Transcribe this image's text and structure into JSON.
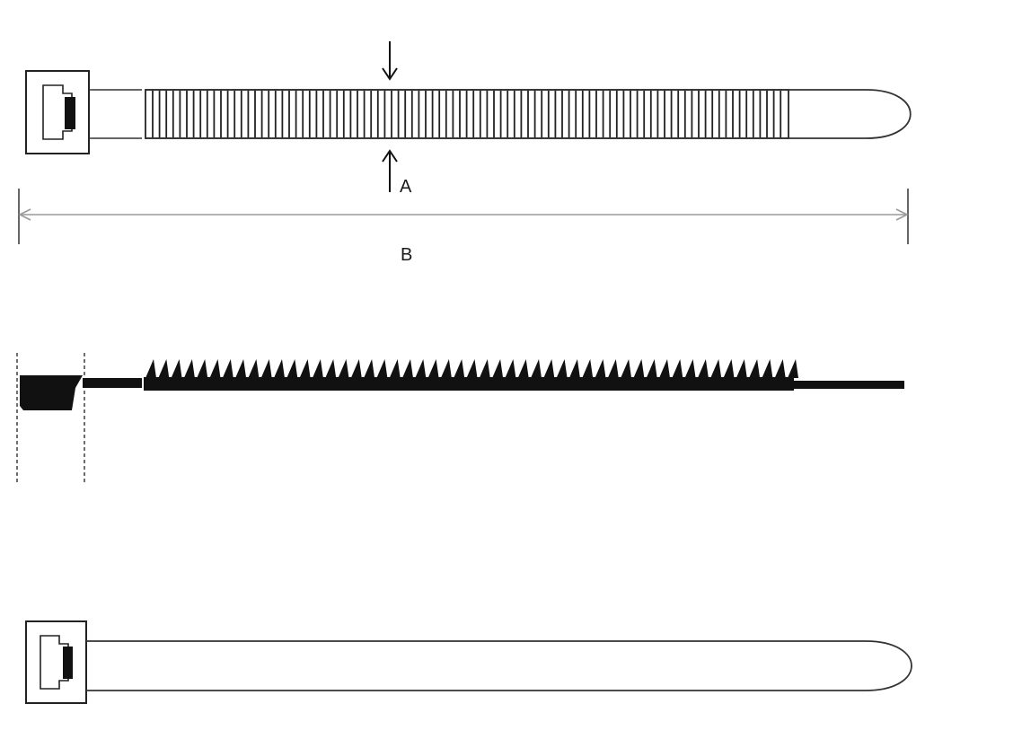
{
  "diagram": {
    "subject": "cable tie",
    "labels": {
      "width_dimension": "A",
      "length_dimension": "B"
    },
    "views": [
      {
        "id": "top-view-ratcheted"
      },
      {
        "id": "side-view-profile"
      },
      {
        "id": "bottom-view-plain"
      }
    ],
    "ink_color": "#111111",
    "dimension_line_color": "#999999"
  }
}
